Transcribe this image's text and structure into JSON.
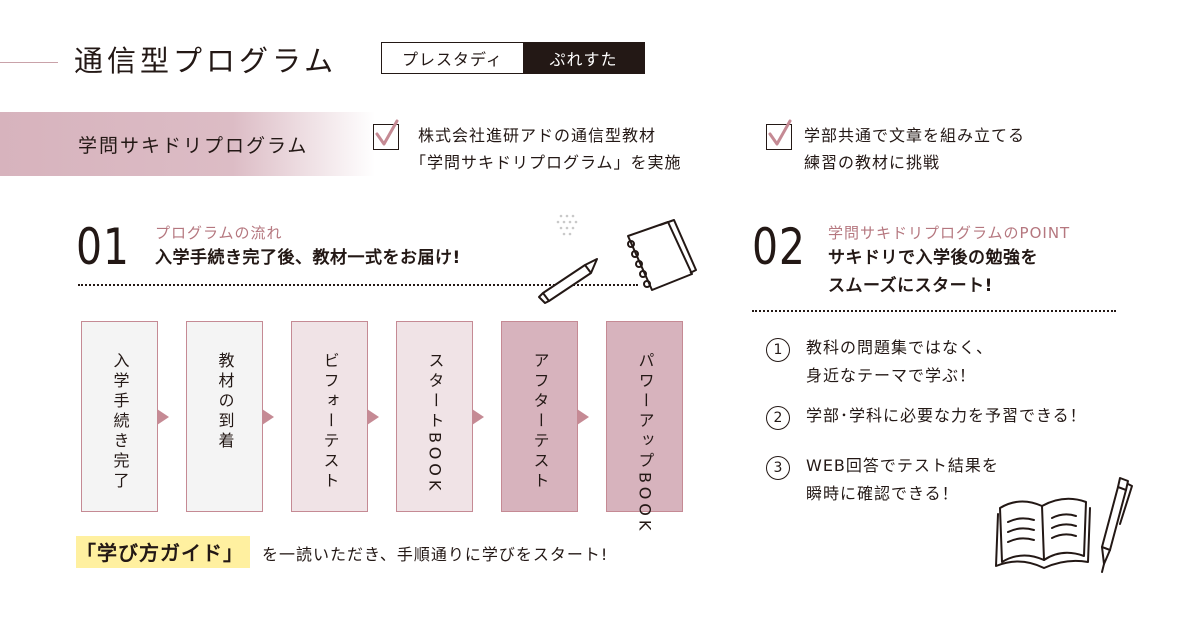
{
  "header": {
    "title": "通信型プログラム",
    "tag_left": "プレスタディ",
    "tag_right": "ぷれすた"
  },
  "program": {
    "label": "学問サキドリプログラム",
    "features": [
      {
        "line1": "株式会社進研アドの通信型教材",
        "line2": "「学問サキドリプログラム」を実施"
      },
      {
        "line1": "学部共通で文章を組み立てる",
        "line2": "練習の教材に挑戦"
      }
    ]
  },
  "section1": {
    "number": "01",
    "subtitle": "プログラムの流れ",
    "heading": "入学手続き完了後、教材一式をお届け!",
    "steps": [
      {
        "label": "入学手続き完了"
      },
      {
        "label": "教材の到着"
      },
      {
        "label": "ビフォーテスト"
      },
      {
        "label": "スタートBOOK"
      },
      {
        "label": "アフターテスト"
      },
      {
        "label": "パワーアップBOOK"
      }
    ],
    "guide_highlight": "「学び方ガイド」",
    "guide_text": "を一読いただき、手順通りに学びをスタート!"
  },
  "section2": {
    "number": "02",
    "subtitle": "学問サキドリプログラムのPOINT",
    "heading_line1": "サキドリで入学後の勉強を",
    "heading_line2": "スムーズにスタート!",
    "points": [
      {
        "mark": "1",
        "line1": "教科の問題集ではなく、",
        "line2": "身近なテーマで学ぶ！"
      },
      {
        "mark": "2",
        "line1": "学部･学科に必要な力を予習できる！",
        "line2": ""
      },
      {
        "mark": "3",
        "line1": "WEB回答でテスト結果を",
        "line2": "瞬時に確認できる！"
      }
    ]
  },
  "colors": {
    "accent_pink": "#c58a94",
    "band_pink": "#d7b3bd",
    "step_fill_light": "#f4f4f4",
    "step_fill_mid": "#f0e3e6",
    "step_fill_dark": "#d7b3bd",
    "highlight_yellow": "#fff0a0",
    "text": "#231815"
  },
  "icons": [
    "check-icon",
    "pencil-icon",
    "notebook-icon",
    "open-book-icon",
    "pen-icon"
  ]
}
